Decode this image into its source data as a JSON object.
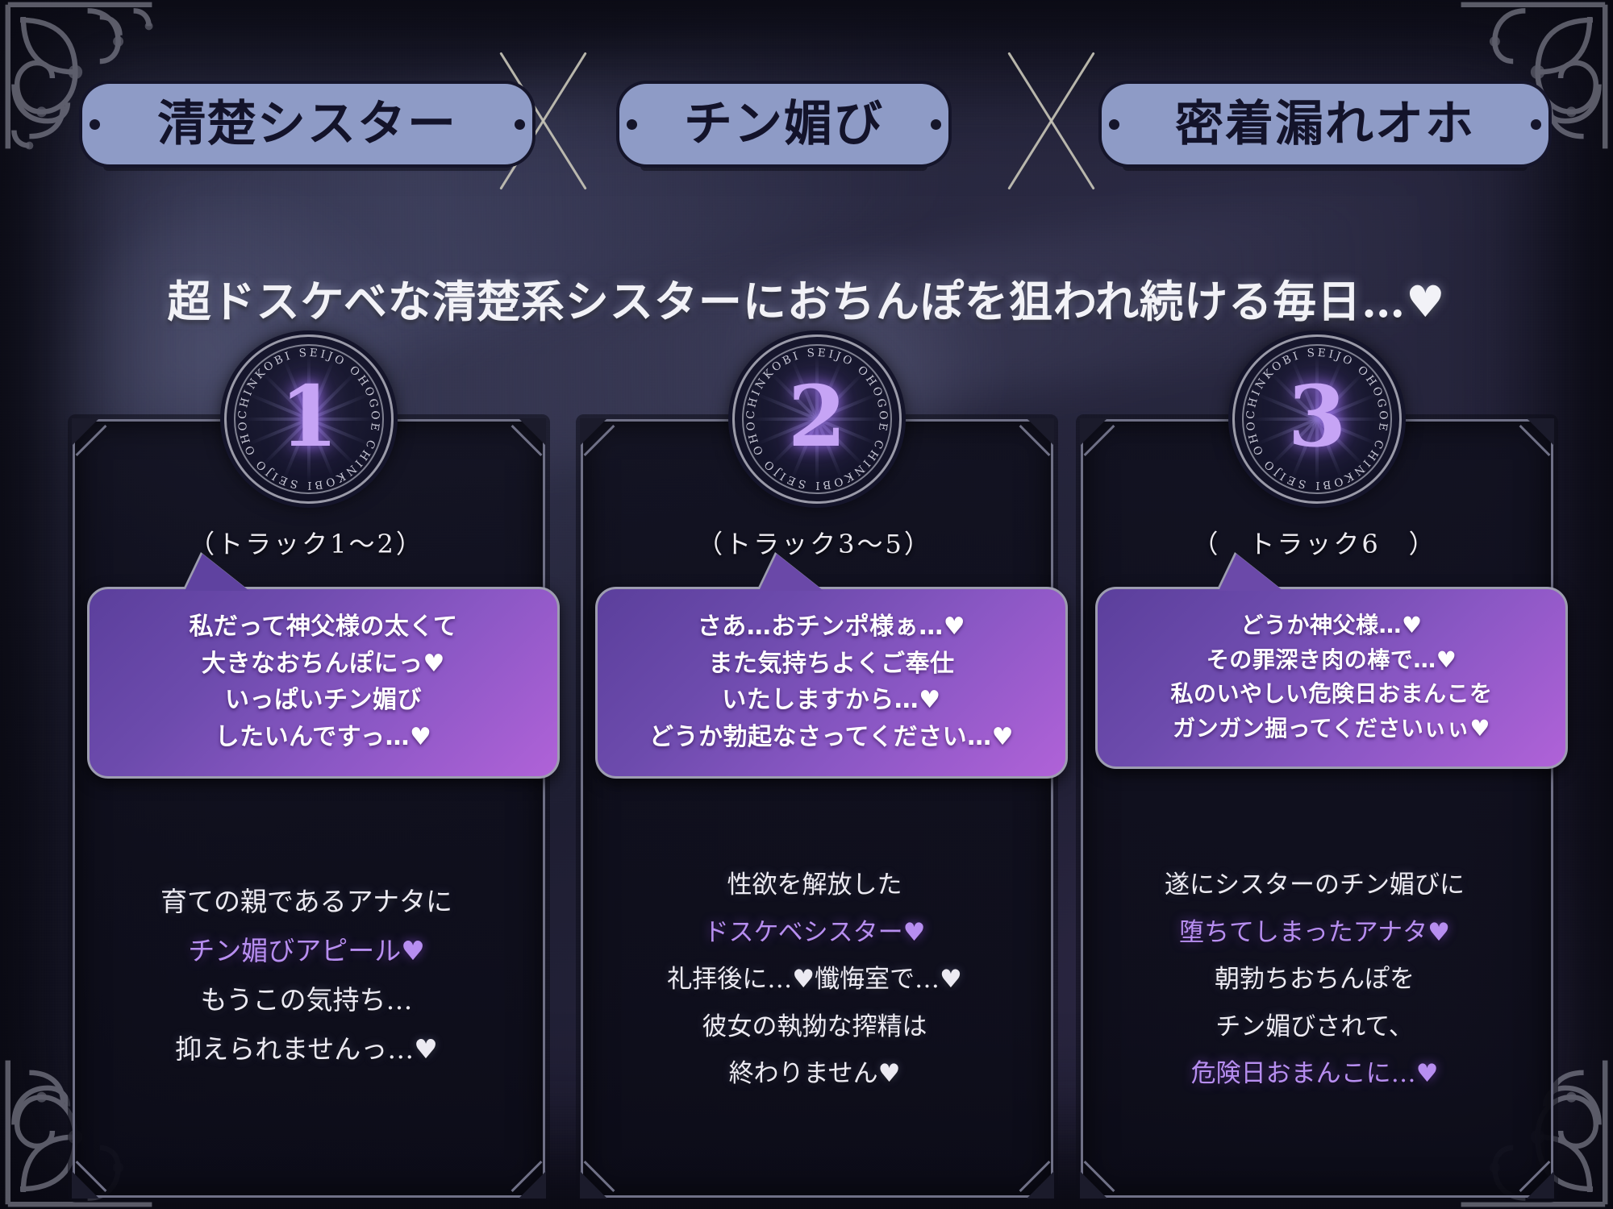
{
  "header": {
    "banners": [
      {
        "label": "清楚シスター"
      },
      {
        "label": "チン媚び"
      },
      {
        "label": "密着漏れオホ"
      }
    ]
  },
  "subtitle": "超ドスケベな清楚系シスターにおちんぽを狙われ続ける毎日…♥",
  "seal_ring_text": "CHINKOBI SEIJO OHOGOE CHINKOBI SEIJO OHOGOE",
  "columns": [
    {
      "number": "1",
      "track_label": "（トラック1～2）",
      "bubble_lines": [
        "私だって神父様の太くて",
        "大きなおちんぽにっ♥",
        "いっぱいチン媚び",
        "したいんですっ…♥"
      ],
      "desc_lines": [
        {
          "text": "育ての親であるアナタに",
          "accent": false
        },
        {
          "text": "チン媚びアピール♥",
          "accent": true
        },
        {
          "text": "もうこの気持ち…",
          "accent": false
        },
        {
          "text": "抑えられませんっ…♥",
          "accent": false
        }
      ]
    },
    {
      "number": "2",
      "track_label": "（トラック3～5）",
      "bubble_lines": [
        "さあ…おチンポ様ぁ…♥",
        "また気持ちよくご奉仕",
        "いたしますから…♥",
        "どうか勃起なさってください…♥"
      ],
      "desc_lines": [
        {
          "text": "性欲を解放した",
          "accent": false
        },
        {
          "text": "ドスケベシスター♥",
          "accent": true
        },
        {
          "text": "礼拝後に…♥懺悔室で…♥",
          "accent": false
        },
        {
          "text": "彼女の執拗な搾精は",
          "accent": false
        },
        {
          "text": "終わりません♥",
          "accent": false
        }
      ]
    },
    {
      "number": "3",
      "track_label": "（　トラック6　）",
      "bubble_lines": [
        "どうか神父様…♥",
        "その罪深き肉の棒で…♥",
        "私のいやしい危険日おまんこを",
        "ガンガン掘ってくださいぃぃ♥"
      ],
      "desc_lines": [
        {
          "text": "遂にシスターのチン媚びに",
          "accent": false
        },
        {
          "text": "堕ちてしまったアナタ♥",
          "accent": true
        },
        {
          "text": "朝勃ちおちんぽを",
          "accent": false
        },
        {
          "text": "チン媚びされて、",
          "accent": false
        },
        {
          "text": "危険日おまんこに…♥",
          "accent": true
        }
      ]
    }
  ],
  "colors": {
    "banner_fill": "#8e9bc6",
    "banner_text": "#13132a",
    "accent_purple": "#b78ef0",
    "seal_number": "#c6a4f5",
    "panel_border": "#6f7086",
    "background": "#1b1b2b"
  }
}
